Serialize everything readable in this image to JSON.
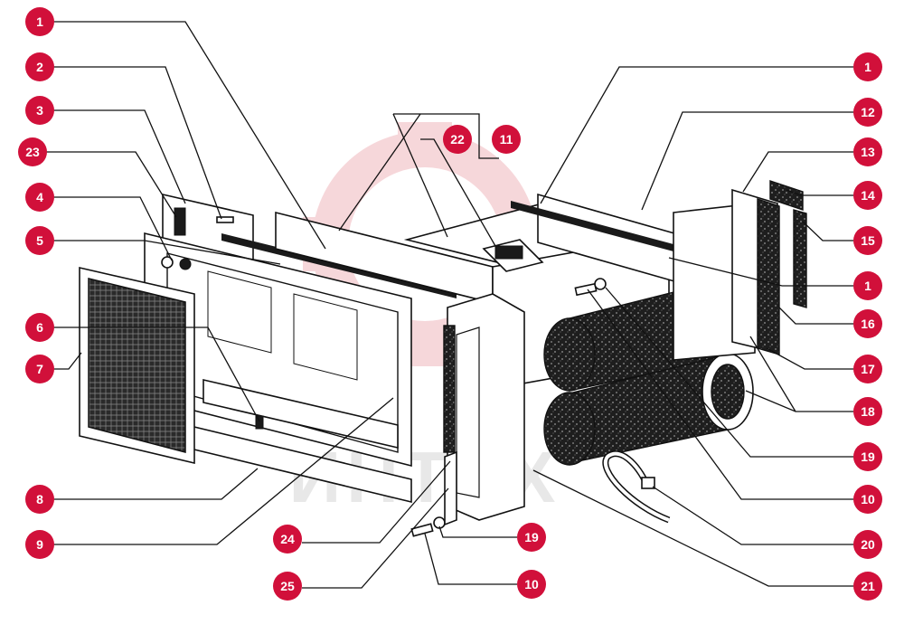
{
  "callouts": {
    "c1a": "1",
    "c2": "2",
    "c3": "3",
    "c23": "23",
    "c4": "4",
    "c5": "5",
    "c6": "6",
    "c7": "7",
    "c8": "8",
    "c9": "9",
    "c22": "22",
    "c11": "11",
    "c1b": "1",
    "c12": "12",
    "c13": "13",
    "c14": "14",
    "c15": "15",
    "c1c": "1",
    "c16": "16",
    "c17": "17",
    "c18": "18",
    "c19a": "19",
    "c10a": "10",
    "c20": "20",
    "c21": "21",
    "c24": "24",
    "c19b": "19",
    "c25": "25",
    "c10b": "10"
  },
  "watermark": "ИНТЕХ",
  "colors": {
    "badge": "#d1103a",
    "watermark": "#f2c8cc",
    "outline": "#111111"
  }
}
